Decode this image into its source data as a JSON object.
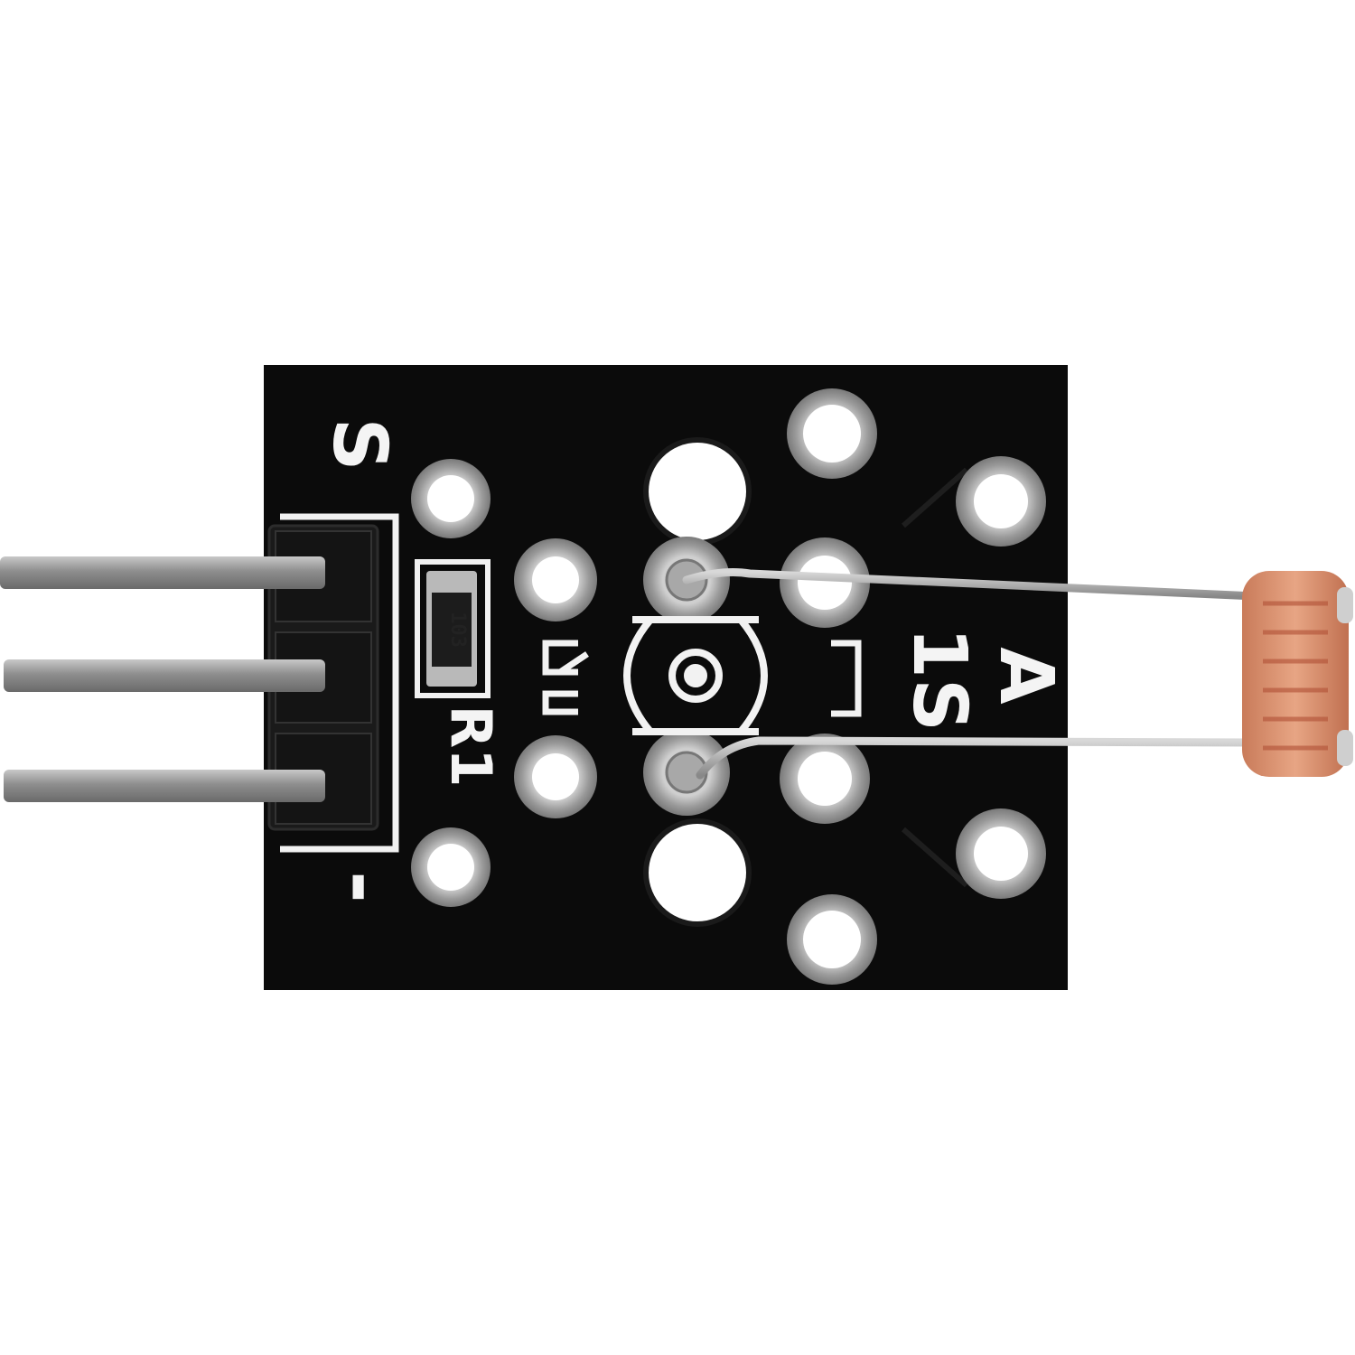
{
  "scene": {
    "description_label": "",
    "colors": {
      "background": "#ffffff",
      "pcb": "#0b0b0b",
      "silkscreen": "#f2f2f2",
      "pad_metal": "#b9b9b9",
      "pin_metal": "#9c9c9c",
      "header_plastic": "#1a1a1a",
      "ldr_body": "#d98b6a",
      "ldr_track": "#b4553a"
    },
    "silkscreen": {
      "pin_signal": "S",
      "pin_ground": "-",
      "resistor_ref": "R1",
      "resistor_code": "103",
      "sensor_ref_a": "A",
      "sensor_ref_b": "1S"
    },
    "icons": [
      "pcb-board",
      "pin-header",
      "smd-resistor",
      "photoresistor",
      "solder-pad"
    ]
  }
}
